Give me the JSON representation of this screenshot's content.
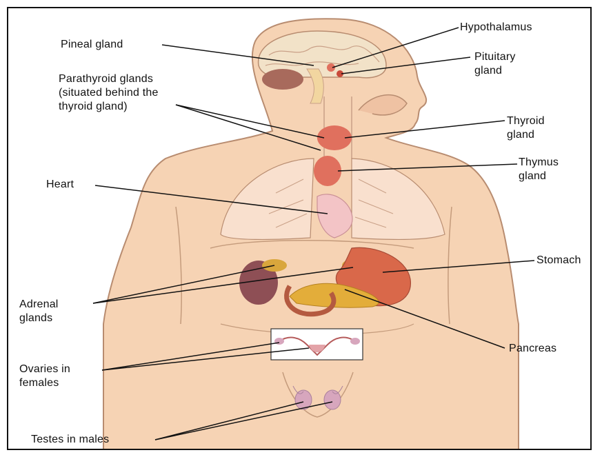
{
  "labels": {
    "hypothalamus": "Hypothalamus",
    "pineal": "Pineal gland",
    "pituitary": "Pituitary\ngland",
    "parathyroid": "Parathyroid glands\n(situated behind the\nthyroid gland)",
    "thyroid": "Thyroid\ngland",
    "thymus": "Thymus\ngland",
    "heart": "Heart",
    "stomach": "Stomach",
    "adrenal": "Adrenal\nglands",
    "pancreas": "Pancreas",
    "ovaries": "Ovaries in\nfemales",
    "testes": "Testes in males"
  },
  "colors": {
    "skin": "#f6d3b4",
    "skin_outline": "#b88c70",
    "gland": "#e0705e",
    "brain": "#f2e2c8",
    "cerebellum": "#a86a5c",
    "kidney": "#8e4f55",
    "adrenal": "#d9a63c",
    "stomach": "#d9684a",
    "pancreas": "#e3ad3a",
    "heart": "#f3c4c6",
    "lung": "#f9e0ce",
    "testes": "#d7a6bd"
  }
}
